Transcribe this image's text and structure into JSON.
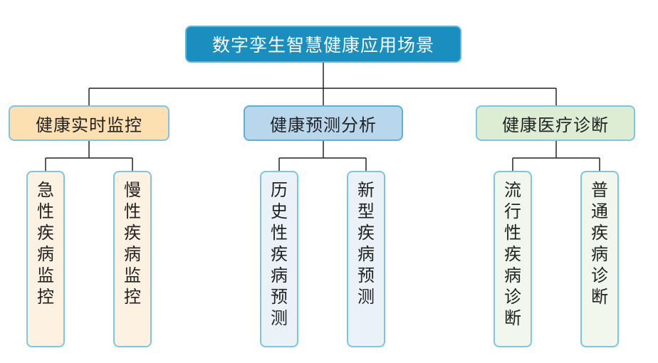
{
  "root": {
    "label": "数字孪生智慧健康应用场景"
  },
  "categories": [
    {
      "label": "健康实时监控"
    },
    {
      "label": "健康预测分析"
    },
    {
      "label": "健康医疗诊断"
    }
  ],
  "leaves": [
    {
      "label": "急性疾病监控"
    },
    {
      "label": "慢性疾病监控"
    },
    {
      "label": "历史性疾病预测"
    },
    {
      "label": "新型疾病预测"
    },
    {
      "label": "流行性疾病诊断"
    },
    {
      "label": "普通疾病诊断"
    }
  ],
  "colors": {
    "root_fill": "#1a8fbf",
    "cat_1_fill": "#fde0b1",
    "cat_2_fill": "#b9d7ec",
    "cat_3_fill": "#dcedd4",
    "border": "#7cc6e0",
    "line": "#222222"
  }
}
